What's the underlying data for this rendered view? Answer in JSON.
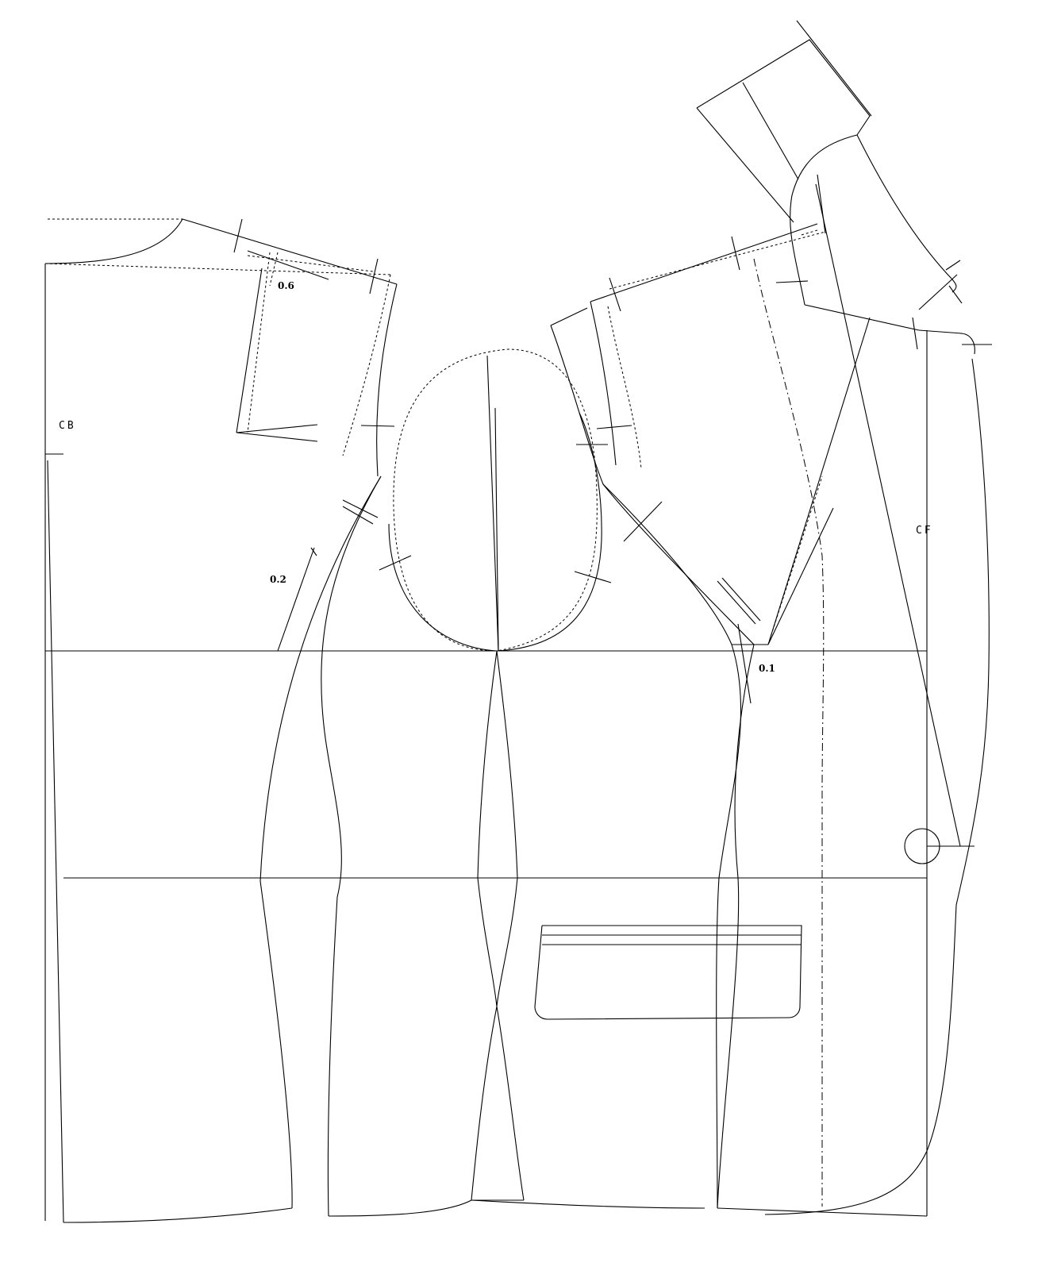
{
  "labels": {
    "center_back": "CB",
    "center_front": "CF",
    "shoulder_dart_value": "0.6",
    "back_side_value": "0.2",
    "front_side_value": "0.1"
  }
}
